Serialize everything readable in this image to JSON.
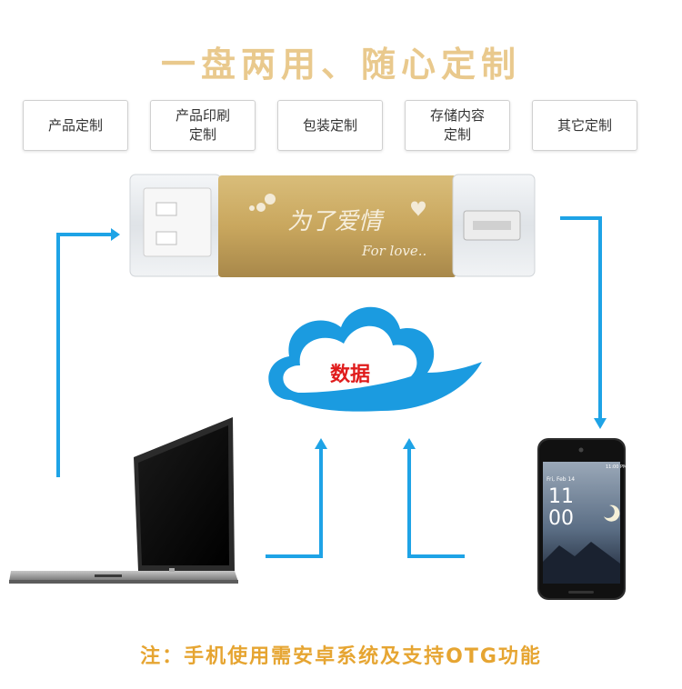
{
  "title": "一盘两用、随心定制",
  "options": [
    {
      "label": "产品定制"
    },
    {
      "label": "产品印刷\n定制"
    },
    {
      "label": "包装定制"
    },
    {
      "label": "存储内容\n定制"
    },
    {
      "label": "其它定制"
    }
  ],
  "usb": {
    "engraving_text": "为了爱情",
    "engraving_sub": "For love..",
    "body_color": "#c9a75e"
  },
  "cloud": {
    "label": "数据",
    "color": "#1b9be0"
  },
  "phone": {
    "date": "Fri, Feb 14",
    "time": "11\n00",
    "status": "11:00 PM"
  },
  "arrow_color": "#1ea3e6",
  "note": "注：手机使用需安卓系统及支持OTG功能"
}
